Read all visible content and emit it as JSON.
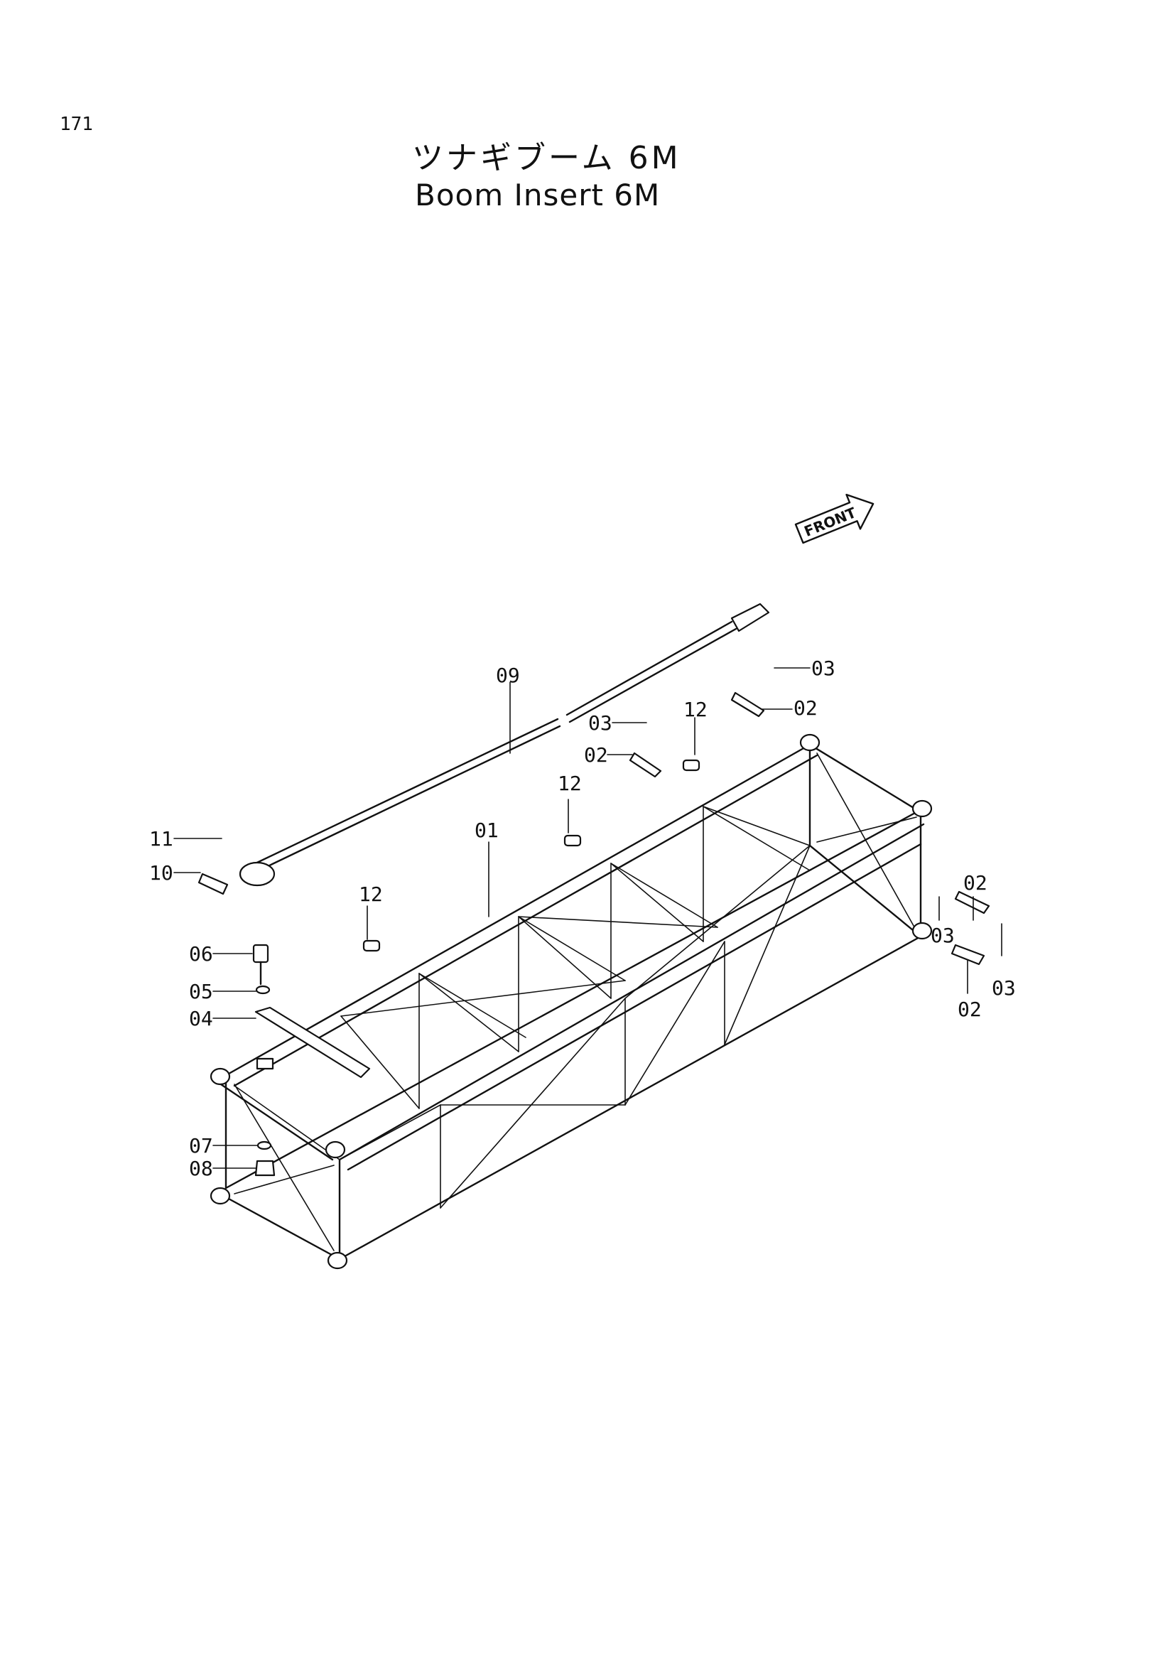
{
  "page_number": "171",
  "title": {
    "japanese": "ツナギブーム 6M",
    "english": "Boom Insert 6M"
  },
  "front_indicator": "FRONT",
  "callouts": [
    {
      "id": "c09",
      "label": "09"
    },
    {
      "id": "c03a",
      "label": "03"
    },
    {
      "id": "c02a",
      "label": "02"
    },
    {
      "id": "c03b",
      "label": "03"
    },
    {
      "id": "c02b",
      "label": "02"
    },
    {
      "id": "c12a",
      "label": "12"
    },
    {
      "id": "c12b",
      "label": "12"
    },
    {
      "id": "c11",
      "label": "11"
    },
    {
      "id": "c10",
      "label": "10"
    },
    {
      "id": "c01",
      "label": "01"
    },
    {
      "id": "c03c",
      "label": "03"
    },
    {
      "id": "c02c",
      "label": "02"
    },
    {
      "id": "c12c",
      "label": "12"
    },
    {
      "id": "c06",
      "label": "06"
    },
    {
      "id": "c05",
      "label": "05"
    },
    {
      "id": "c04",
      "label": "04"
    },
    {
      "id": "c02d",
      "label": "02"
    },
    {
      "id": "c03d",
      "label": "03"
    },
    {
      "id": "c07",
      "label": "07"
    },
    {
      "id": "c08",
      "label": "08"
    }
  ]
}
